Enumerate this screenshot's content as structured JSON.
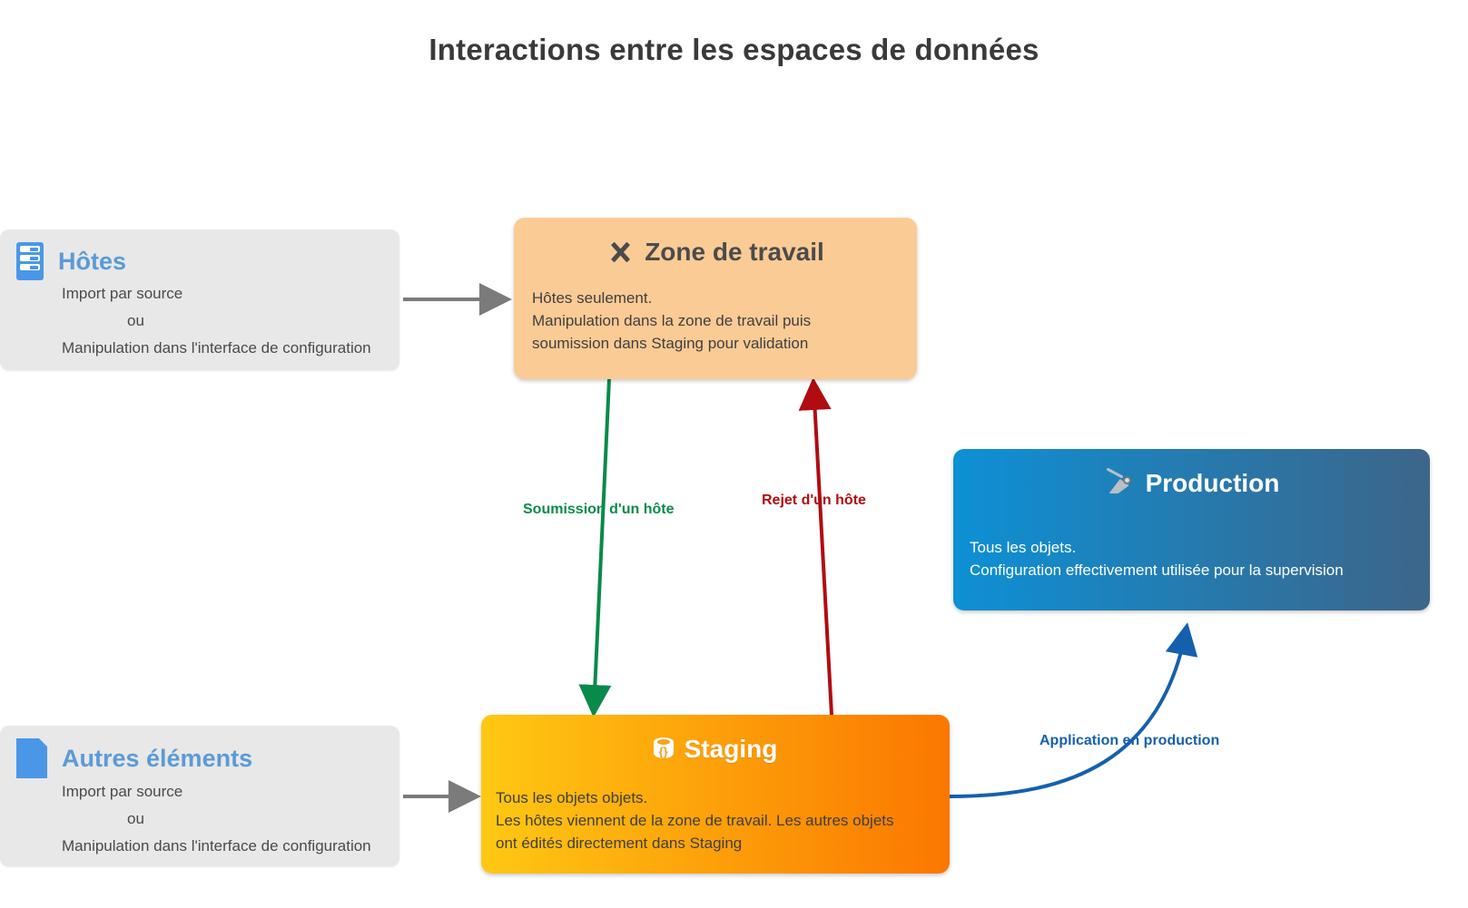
{
  "title": "Interactions entre les espaces de données",
  "sources": [
    {
      "key": "hotes",
      "icon": "server-rack-icon",
      "title": "Hôtes",
      "line1": "Import par source",
      "line2": "ou",
      "line3": "Manipulation dans l'interface de configuration"
    },
    {
      "key": "autres_elements",
      "icon": "document-icon",
      "title": "Autres éléments",
      "line1": "Import par source",
      "line2": "ou",
      "line3": "Manipulation dans l'interface de configuration"
    }
  ],
  "stages": {
    "workspace": {
      "icon": "hammer-and-wrench-icon",
      "title": "Zone de travail",
      "body": "Hôtes seulement.\nManipulation dans la zone de travail puis\nsoumission dans Staging pour validation",
      "color": "#fbcb96"
    },
    "staging": {
      "icon": "database-icon",
      "title": "Staging",
      "body": "Tous les objets objets.\nLes hôtes viennent de la zone de travail. Les autres objets\nont édités directement dans Staging",
      "gradient_from": "#ffc813",
      "gradient_to": "#fb7700"
    },
    "production": {
      "icon": "satellite-dish-icon",
      "title": "Production",
      "body": "Tous les objets.\nConfiguration effectivement utilisée pour la supervision",
      "gradient_from": "#0d90d5",
      "gradient_to": "#3d6589"
    }
  },
  "edges": [
    {
      "key": "submit",
      "label": "Soumission d'un hôte",
      "color": "#0a8a4a"
    },
    {
      "key": "reject",
      "label": "Rejet d'un hôte",
      "color": "#b00c12"
    },
    {
      "key": "apply_prod",
      "label": "Application en production",
      "color": "#1560ad"
    }
  ],
  "arrow_colors": {
    "grey": "#7b7b7b",
    "green": "#0a8a4a",
    "red": "#b00c12",
    "blue": "#1560ad"
  }
}
